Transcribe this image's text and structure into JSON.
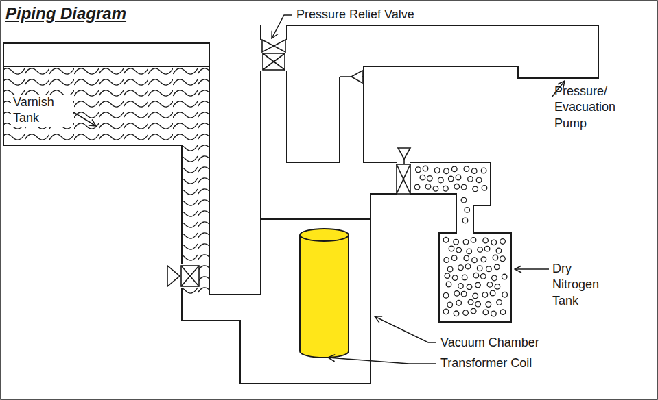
{
  "diagram": {
    "title": "Piping Diagram",
    "labels": [
      "Pressure Relief Valve",
      "Varnish Tank",
      "Pressure/ Evacuation Pump",
      "Dry Nitrogen Tank",
      "Vacuum Chamber",
      "Transformer Coil"
    ]
  }
}
